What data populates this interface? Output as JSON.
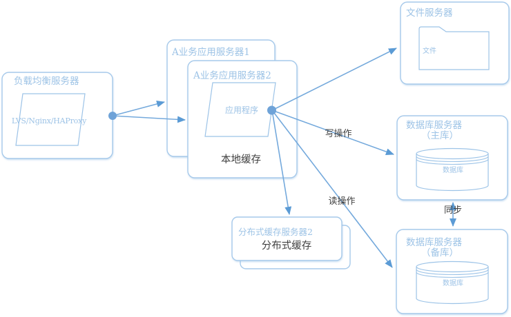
{
  "colors": {
    "box_border": "#A6C9EA",
    "shape_border": "#9CC3E7",
    "blue_text": "#9DC3E6",
    "connector": "#74A9DC",
    "arrowhead": "#5B9BD5",
    "dark_text": "#3E3E3E",
    "background": "#FFFFFF"
  },
  "nodes": {
    "load_balancer": {
      "title": "负载均衡服务器",
      "shape_label": "LVS/Nginx/HAProxy"
    },
    "app_server_back": {
      "title": "A业务应用服务器1"
    },
    "app_server_front": {
      "title": "A业务应用服务器2",
      "shape_label": "应用程序",
      "inner_label": "本地缓存"
    },
    "file_server": {
      "title": "文件服务器",
      "shape_label": "文件"
    },
    "db_master": {
      "title": "数据库服务器",
      "subtitle": "（主库）",
      "shape_label": "数据库"
    },
    "db_slave": {
      "title": "数据库服务器",
      "subtitle": "（备库）",
      "shape_label": "数据库"
    },
    "dist_cache": {
      "title": "分布式缓存服务器2",
      "inner_label": "分布式缓存"
    }
  },
  "edge_labels": {
    "write": "写操作",
    "read": "读操作",
    "sync": "同步"
  }
}
